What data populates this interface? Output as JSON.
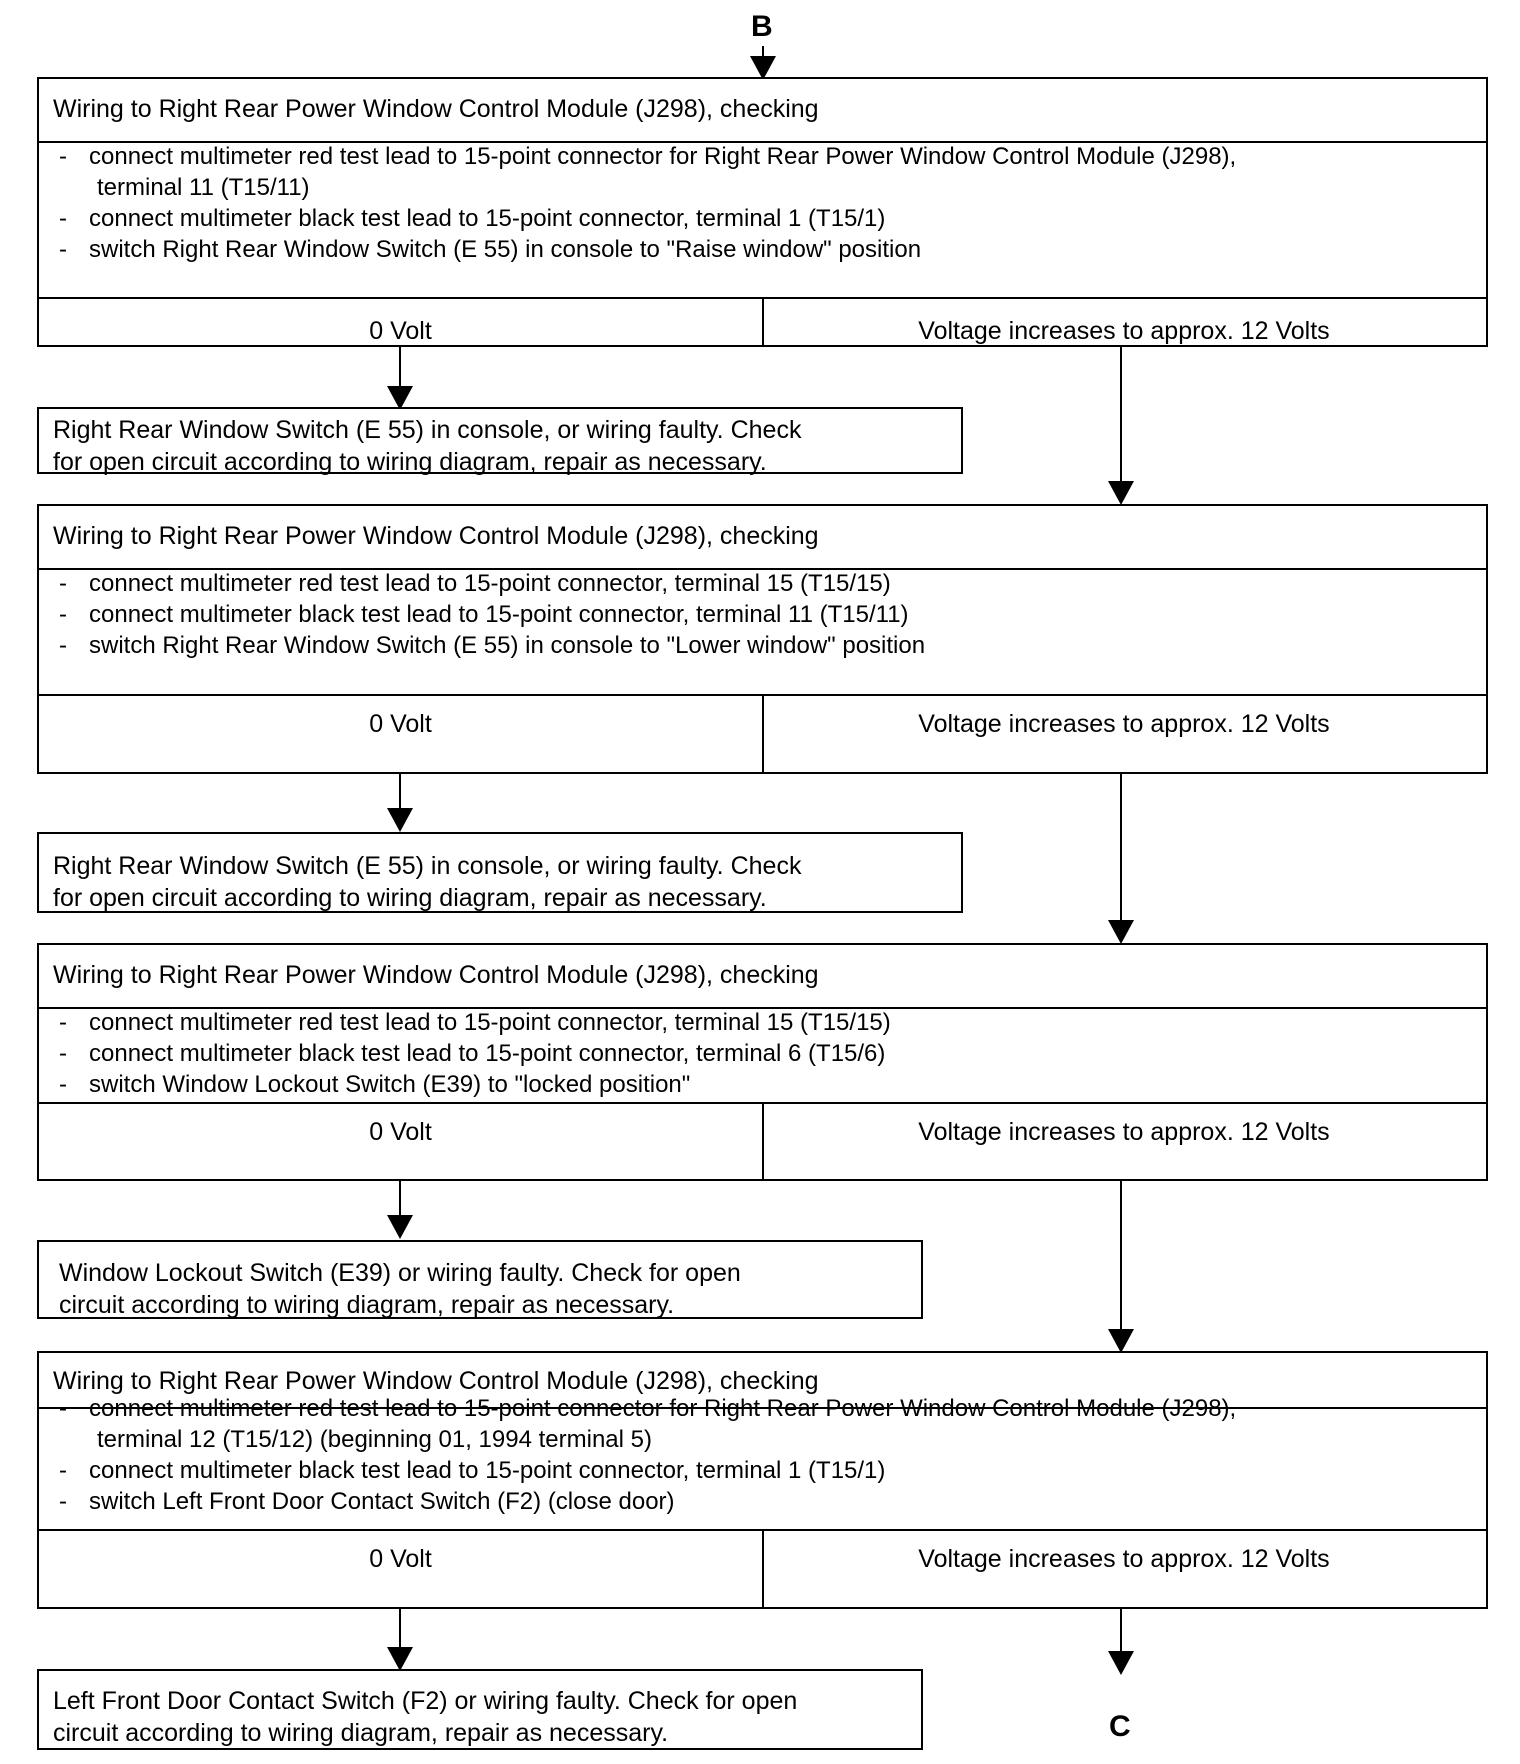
{
  "connector_top": "B",
  "connector_bottom": "C",
  "blocks": [
    {
      "title": "Wiring to Right  Rear Power Window Control Module (J298), checking",
      "steps": [
        [
          "connect multimeter red test lead to 15-point connector for Right  Rear Power Window Control Module (J298),",
          "terminal 11 (T15/11)"
        ],
        [
          "connect multimeter black test lead to 15-point connector, terminal 1 (T15/1)"
        ],
        [
          "switch Right Rear Window Switch (E 55) in console to \"Raise window\" position"
        ]
      ],
      "result_left": "0 Volt",
      "result_right": "Voltage increases to approx. 12 Volts",
      "fault": [
        "Right Rear Window Switch (E 55)  in console,  or wiring faulty. Check",
        "for open circuit  according to wiring  diagram, repair as necessary."
      ]
    },
    {
      "title": "Wiring to Right  Rear Power Window Control Module (J298), checking",
      "steps": [
        [
          "connect multimeter red test lead to 15-point connector,  terminal 15 (T15/15)"
        ],
        [
          "connect multimeter black test lead to 15-point connector,  terminal 11 (T15/11)"
        ],
        [
          "switch Right Rear Window Switch (E 55) in console  to \"Lower window\" position"
        ]
      ],
      "result_left": "0 Volt",
      "result_right": "Voltage increases to approx. 12 Volts",
      "fault": [
        "Right Rear Window Switch (E 55) in console,  or wiring faulty.  Check",
        "for open circuit  according to wiring  diagram, repair as  necessary."
      ]
    },
    {
      "title": "Wiring to Right  Rear Power Window Control Module (J298), checking",
      "steps": [
        [
          "connect multimeter red test lead to 15-point connector,  terminal 15 (T15/15)"
        ],
        [
          "connect multimeter black test lead to 15-point connector,  terminal 6 (T15/6)"
        ],
        [
          "switch Window Lockout Switch (E39)  to \"locked position\""
        ]
      ],
      "result_left": "0 Volt",
      "result_right": "Voltage increases to approx. 12 Volts",
      "fault": [
        "Window Lockout Switch (E39) or wiring faulty. Check  for open",
        " circuit  according to wiring diagram, repair as  necessary."
      ]
    },
    {
      "title": "Wiring to Right  Rear Power Window Control Module (J298), checking",
      "steps": [
        [
          "connect multimeter red test lead to 15-point connector for Right  Rear Power Window Control Module (J298),",
          "terminal 12 (T15/12) (beginning 01, 1994 terminal 5)"
        ],
        [
          "connect multimeter black test lead to 15-point connector, terminal 1 (T15/1)"
        ],
        [
          "switch Left Front Door Contact Switch (F2) (close door)"
        ]
      ],
      "result_left": "0 Volt",
      "result_right": "Voltage increases to approx. 12 Volts",
      "fault": [
        "Left Front Door Contact Switch (F2) or wiring faulty.  Check for open",
        "circuit  according to wiring diagram, repair as  necessary."
      ]
    }
  ]
}
